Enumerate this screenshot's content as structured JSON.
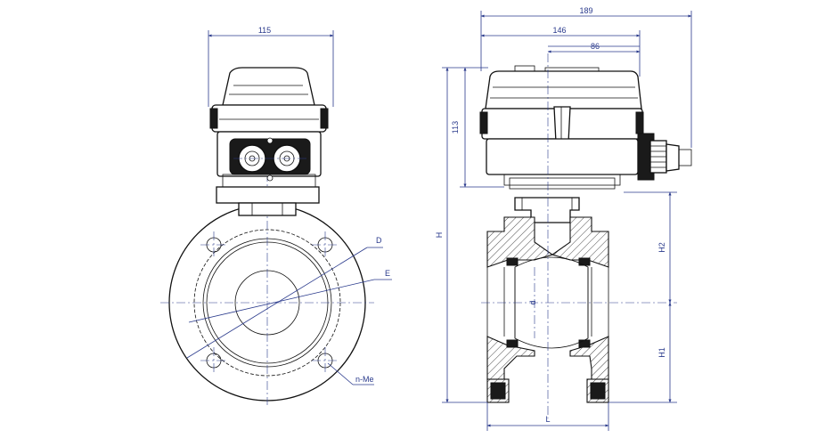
{
  "labels": {
    "width_front": "115",
    "width_total": "189",
    "width_actuator": "146",
    "width_center": "86",
    "height_actuator": "113",
    "height_total": "H",
    "height_upper": "H2",
    "height_lower": "H1",
    "length": "L",
    "bore": "d",
    "diameter_d": "D",
    "diameter_e": "E",
    "bolt_holes": "n-Me"
  },
  "colors": {
    "dimension": "#2a3a8c",
    "outline": "#111111"
  }
}
